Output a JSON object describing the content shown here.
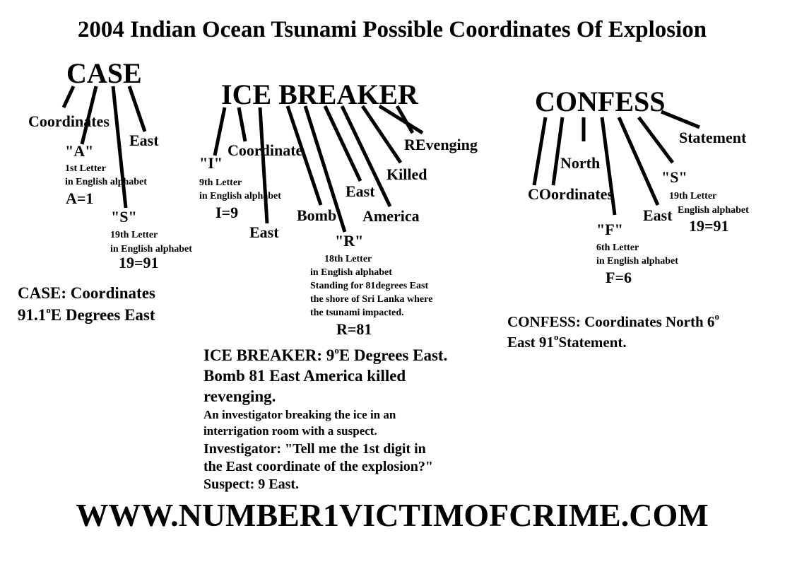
{
  "title": "2004 Indian Ocean Tsunami Possible Coordinates Of Explosion",
  "case": {
    "word": "CASE",
    "labels": {
      "coordinates": "Coordinates",
      "east": "East"
    },
    "a": {
      "letter": "\"A\"",
      "note1": "1st Letter",
      "note2": "in English alphabet",
      "value": "A=1"
    },
    "s": {
      "letter": "\"S\"",
      "note1": "19th Letter",
      "note2": "in English alphabet",
      "value": "19=91"
    },
    "summary": {
      "line1": "CASE: Coordinates",
      "line2_pre": "91.1",
      "line2_sup": "o",
      "line2_post": "E Degrees East"
    }
  },
  "ice": {
    "word": "ICE BREAKER",
    "labels": {
      "coordinate": "Coordinate",
      "east1": "East",
      "bomb": "Bomb",
      "east2": "East",
      "america": "America",
      "killed": "Killed",
      "revenging": "REvenging"
    },
    "i": {
      "letter": "\"I\"",
      "note1": "9th Letter",
      "note2": "in English alphabet",
      "value": "I=9"
    },
    "r": {
      "letter": "\"R\"",
      "note1": "18th Letter",
      "note2": "in English alphabet",
      "note3": "Standing for 81degrees East",
      "note4": "the shore of Sri Lanka where",
      "note5": "the tsunami impacted.",
      "value": "R=81"
    },
    "summary": {
      "line1_pre": "ICE BREAKER: 9",
      "line1_sup": "o",
      "line1_post": "E Degrees East.",
      "line2": "Bomb 81 East America killed",
      "line3": "revenging.",
      "line4": "An investigator breaking the ice in an",
      "line5": "interrigation room with a suspect.",
      "line6": "Investigator: \"Tell me the 1st digit in",
      "line7": "the East coordinate of the explosion?\"",
      "line8": "Suspect: 9 East."
    }
  },
  "confess": {
    "word": "CONFESS",
    "labels": {
      "north": "North",
      "coordinates": "COordinates",
      "east": "East",
      "statement": "Statement"
    },
    "s": {
      "letter": "\"S\"",
      "note1": "19th Letter",
      "note2": "English alphabet",
      "value": "19=91"
    },
    "f": {
      "letter": "\"F\"",
      "note1": "6th Letter",
      "note2": "in English alphabet",
      "value": "F=6"
    },
    "summary": {
      "line1_pre": "CONFESS: Coordinates North 6",
      "line1_sup": "o",
      "line2_pre": "East 91",
      "line2_sup": "o",
      "line2_post": "Statement."
    }
  },
  "footer": {
    "url": "WWW.NUMBER1VICTIMOFCRIME.COM"
  }
}
